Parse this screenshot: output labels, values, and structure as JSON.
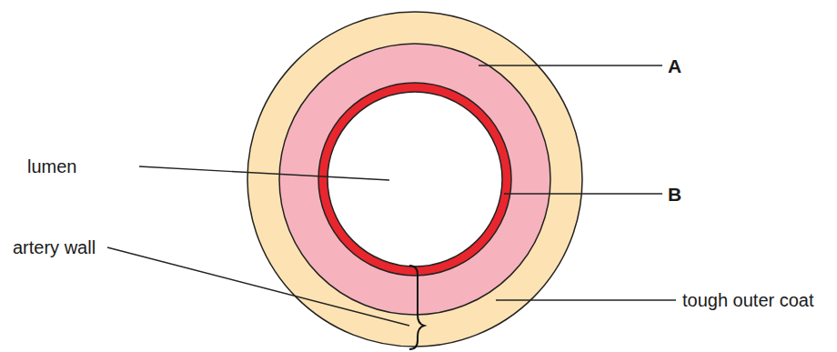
{
  "diagram": {
    "labels": [
      "A",
      "lumen",
      "B",
      "artery wall",
      "tough outer coat"
    ]
  }
}
